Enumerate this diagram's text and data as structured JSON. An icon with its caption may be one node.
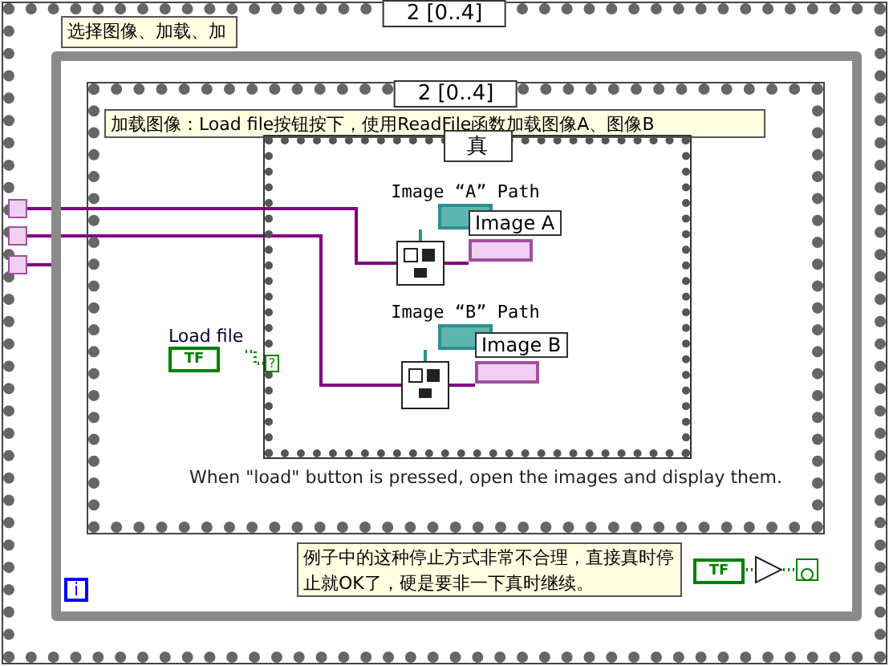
{
  "diagram": {
    "nodes": [
      {
        "text": [
          "2 [0..4]"
        ]
      },
      {
        "text": [
          "选择图像、加载、加"
        ],
        "in": 0
      },
      {
        "text": [],
        "shape": "box",
        "in": 0
      },
      {
        "text": [
          "2 [0..4]"
        ],
        "in": 2
      },
      {
        "text": [
          "加载图像：Load file按钮按下，使用ReadFile函数加载图像A、图像B"
        ],
        "in": 3
      },
      {
        "text": [
          "真"
        ],
        "in": 3
      },
      {
        "text": [
          "Image “A” Path"
        ],
        "in": 5
      },
      {
        "text": [],
        "shape": "box",
        "in": 5
      },
      {
        "text": [
          "Image A"
        ],
        "in": 5
      },
      {
        "text": [
          "Image “B” Path"
        ],
        "in": 5
      },
      {
        "text": [],
        "shape": "box",
        "in": 5
      },
      {
        "text": [
          "Image B"
        ],
        "in": 5
      },
      {
        "text": [
          "Load file",
          "TF"
        ],
        "in": 3
      },
      {
        "text": [
          "例子中的这种停止方式非常不合理，直接真时停止就OK了，硬是要非一下真时继续。"
        ],
        "in": 2
      },
      {
        "text": [
          "TF"
        ],
        "in": 2
      },
      {
        "text": [],
        "shape": "triangle",
        "in": 2
      },
      {
        "text": [],
        "shape": "box",
        "in": 2
      },
      {
        "text": [
          "i"
        ],
        "in": 2
      },
      {
        "text": [],
        "shape": "box",
        "in": 0
      },
      {
        "text": [],
        "shape": "box",
        "in": 0
      },
      {
        "text": [],
        "shape": "box",
        "in": 0
      },
      {
        "text": [
          "?"
        ],
        "in": 5
      }
    ],
    "edges": [
      {
        "from": 18,
        "to": 7,
        "arrow": "none"
      },
      {
        "from": 19,
        "to": 10,
        "arrow": "none"
      },
      {
        "from": 20,
        "to": 2,
        "arrow": "none"
      },
      {
        "from": 6,
        "to": 7,
        "arrow": "none",
        "color": "#2f8f8f"
      },
      {
        "from": 7,
        "to": 8,
        "arrow": "none"
      },
      {
        "from": 9,
        "to": 10,
        "arrow": "none",
        "color": "#2f8f8f"
      },
      {
        "from": 10,
        "to": 11,
        "arrow": "none"
      },
      {
        "from": 12,
        "to": 21,
        "arrow": "none",
        "style": "dashed",
        "color": "#008000"
      },
      {
        "from": 14,
        "to": 15,
        "arrow": "none",
        "style": "dashed",
        "color": "#008000"
      },
      {
        "from": 15,
        "to": 16,
        "arrow": "none",
        "style": "dashed",
        "color": "#008000"
      }
    ],
    "labels": [
      "When \"load\" button is pressed, open the images and display them."
    ]
  }
}
